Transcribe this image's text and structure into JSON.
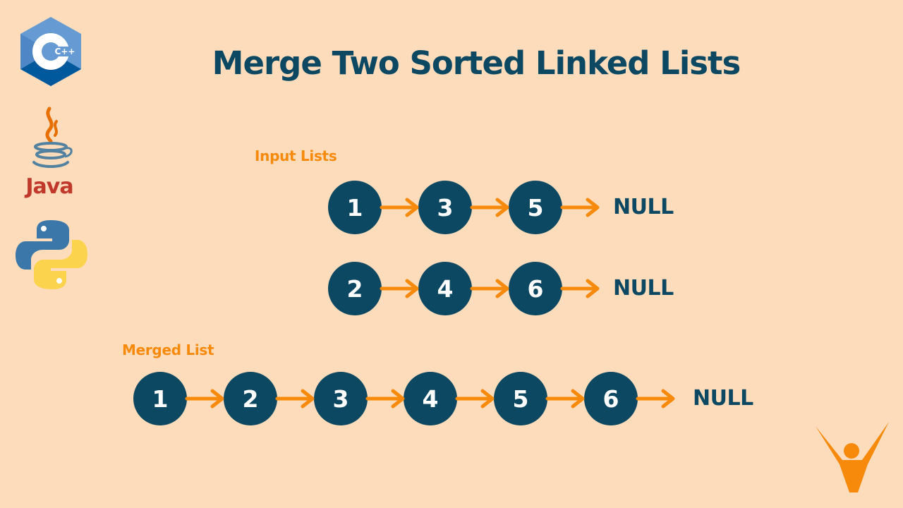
{
  "title": "Merge Two Sorted Linked Lists",
  "input_section": {
    "label": "Input Lists",
    "lists": [
      {
        "nodes": [
          "1",
          "3",
          "5"
        ],
        "terminator": "NULL"
      },
      {
        "nodes": [
          "2",
          "4",
          "6"
        ],
        "terminator": "NULL"
      }
    ]
  },
  "merged_section": {
    "label": "Merged List",
    "nodes": [
      "1",
      "2",
      "3",
      "4",
      "5",
      "6"
    ],
    "terminator": "NULL"
  },
  "logos": {
    "cpp": {
      "text": "C++",
      "icon": "cpp-logo-icon"
    },
    "java": {
      "text": "Java",
      "icon": "java-logo-icon"
    },
    "python": {
      "icon": "python-logo-icon"
    },
    "brand": {
      "icon": "brand-logo-icon"
    }
  },
  "colors": {
    "background": "#fddcbb",
    "node": "#0d4862",
    "arrow": "#f7890b",
    "accent_label": "#f7890b",
    "title": "#0d4862"
  }
}
